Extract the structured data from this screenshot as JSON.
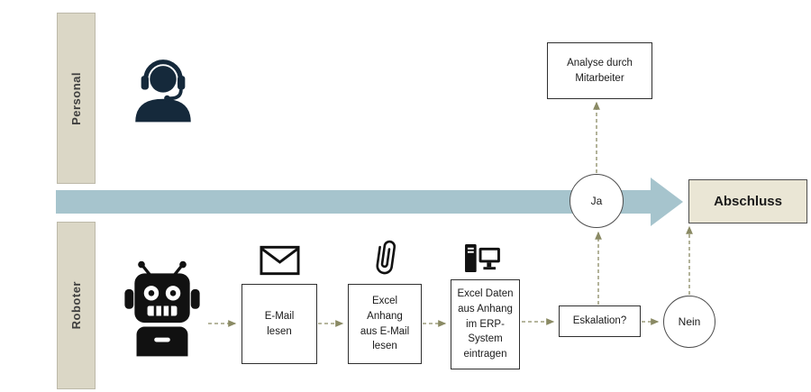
{
  "diagram": {
    "lanes": {
      "personal": "Personal",
      "roboter": "Roboter"
    },
    "process": {
      "analyse": "Analyse durch Mitarbeiter",
      "abschluss": "Abschluss",
      "email": "E-Mail lesen",
      "excel_anhang": "Excel Anhang aus E-Mail lesen",
      "excel_daten": "Excel Daten aus Anhang im ERP-System eintragen",
      "eskalation": "Eskalation?",
      "ja": "Ja",
      "nein": "Nein"
    },
    "icons": [
      "support-agent-icon",
      "robot-icon",
      "envelope-icon",
      "paperclip-icon",
      "computer-icon"
    ],
    "colors": {
      "lane_bg": "#dbd7c6",
      "main_arrow": "#a6c4cd",
      "end_box_bg": "#eae6d5",
      "connector": "#8a8a64",
      "person_icon": "#15293b",
      "robot_icon": "#111111"
    }
  }
}
